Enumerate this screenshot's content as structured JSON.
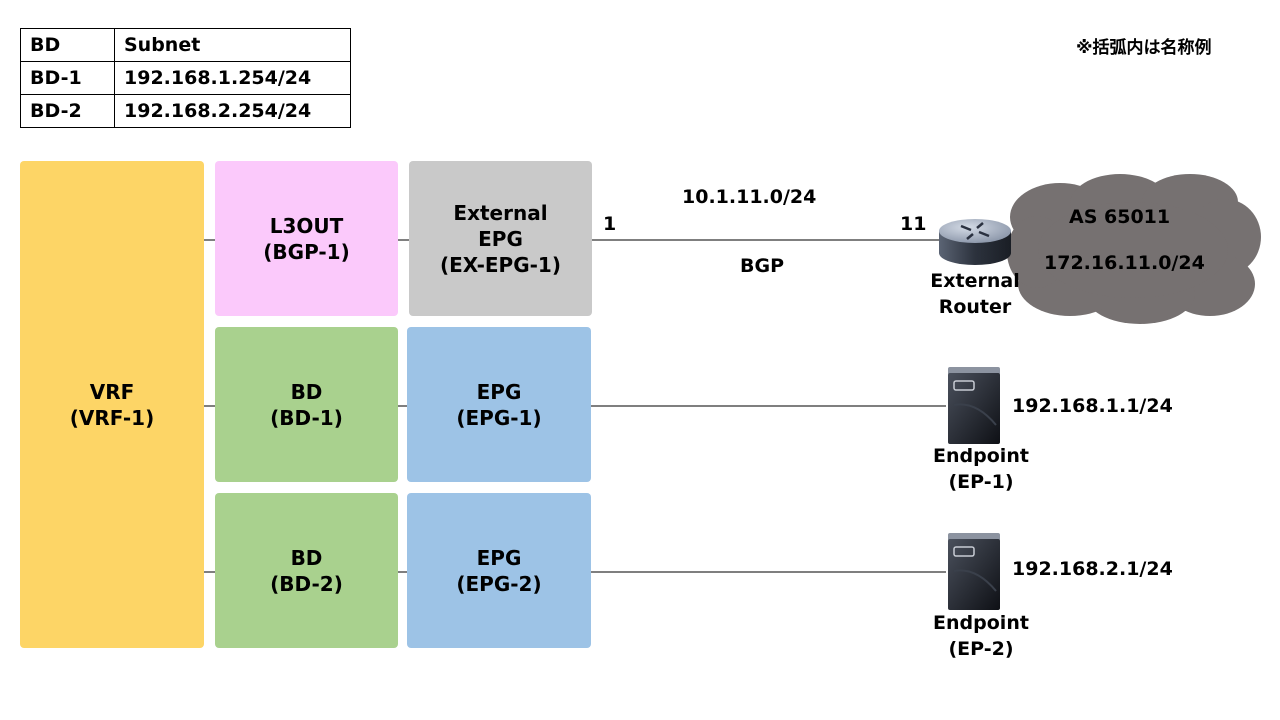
{
  "table": {
    "header": [
      "BD",
      "Subnet"
    ],
    "rows": [
      [
        "BD-1",
        "192.168.1.254/24"
      ],
      [
        "BD-2",
        "192.168.2.254/24"
      ]
    ]
  },
  "note": "※括弧内は名称例",
  "vrf": {
    "line1": "VRF",
    "line2": "(VRF-1)"
  },
  "l3out": {
    "line1": "L3OUT",
    "line2": "(BGP-1)"
  },
  "external_epg": {
    "line1": "External",
    "line2": "EPG",
    "line3": "(EX-EPG-1)"
  },
  "bd1": {
    "line1": "BD",
    "line2": "(BD-1)"
  },
  "epg1": {
    "line1": "EPG",
    "line2": "(EPG-1)"
  },
  "bd2": {
    "line1": "BD",
    "line2": "(BD-2)"
  },
  "epg2": {
    "line1": "EPG",
    "line2": "(EPG-2)"
  },
  "link": {
    "subnet": "10.1.11.0/24",
    "protocol": "BGP",
    "left_addr": "1",
    "right_addr": "11"
  },
  "router": {
    "line1": "External",
    "line2": "Router",
    "icon": "router-icon"
  },
  "cloud": {
    "as": "AS 65011",
    "prefix": "172.16.11.0/24",
    "color": "#767171"
  },
  "ep1": {
    "ip": "192.168.1.1/24",
    "line1": "Endpoint",
    "line2": "(EP-1)",
    "icon": "server-icon"
  },
  "ep2": {
    "ip": "192.168.2.1/24",
    "line1": "Endpoint",
    "line2": "(EP-2)",
    "icon": "server-icon"
  }
}
